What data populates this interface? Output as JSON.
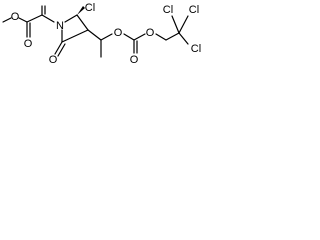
{
  "molecule": {
    "atoms": {
      "O_methoxy": "O",
      "O_ester_carbonyl": "O",
      "N_ring": "N",
      "O_lactam": "O",
      "Cl_ring": "Cl",
      "O_ether": "O",
      "O_carbonate_carbonyl": "O",
      "O_carbonate": "O",
      "Cl_1": "Cl",
      "Cl_2": "Cl",
      "Cl_3": "Cl"
    }
  }
}
